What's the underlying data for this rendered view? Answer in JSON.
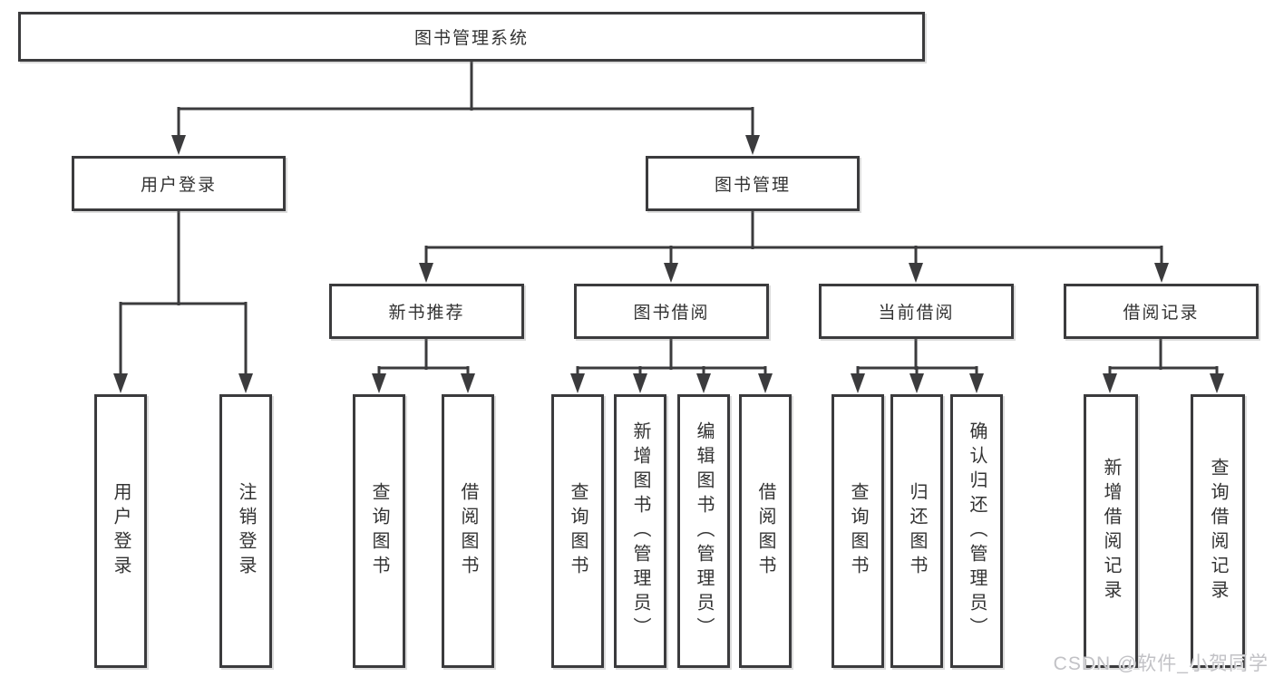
{
  "tree": {
    "root": {
      "label": "图书管理系统"
    },
    "branches": [
      {
        "label": "用户登录",
        "children": [
          "用户登录",
          "注销登录"
        ]
      },
      {
        "label": "图书管理",
        "sections": [
          {
            "label": "新书推荐",
            "children": [
              "查询图书",
              "借阅图书"
            ]
          },
          {
            "label": "图书借阅",
            "children": [
              "查询图书",
              "新增图书（管理员）",
              "编辑图书（管理员）",
              "借阅图书"
            ]
          },
          {
            "label": "当前借阅",
            "children": [
              "查询图书",
              "归还图书",
              "确认归还（管理员）"
            ]
          },
          {
            "label": "借阅记录",
            "children": [
              "新增借阅记录",
              "查询借阅记录"
            ]
          }
        ]
      }
    ]
  },
  "watermark": "CSDN @软件_小贺同学",
  "colors": {
    "line": "#3b3b3d",
    "text": "#333333",
    "watermark": "#c2c2c6",
    "background": "#ffffff"
  }
}
